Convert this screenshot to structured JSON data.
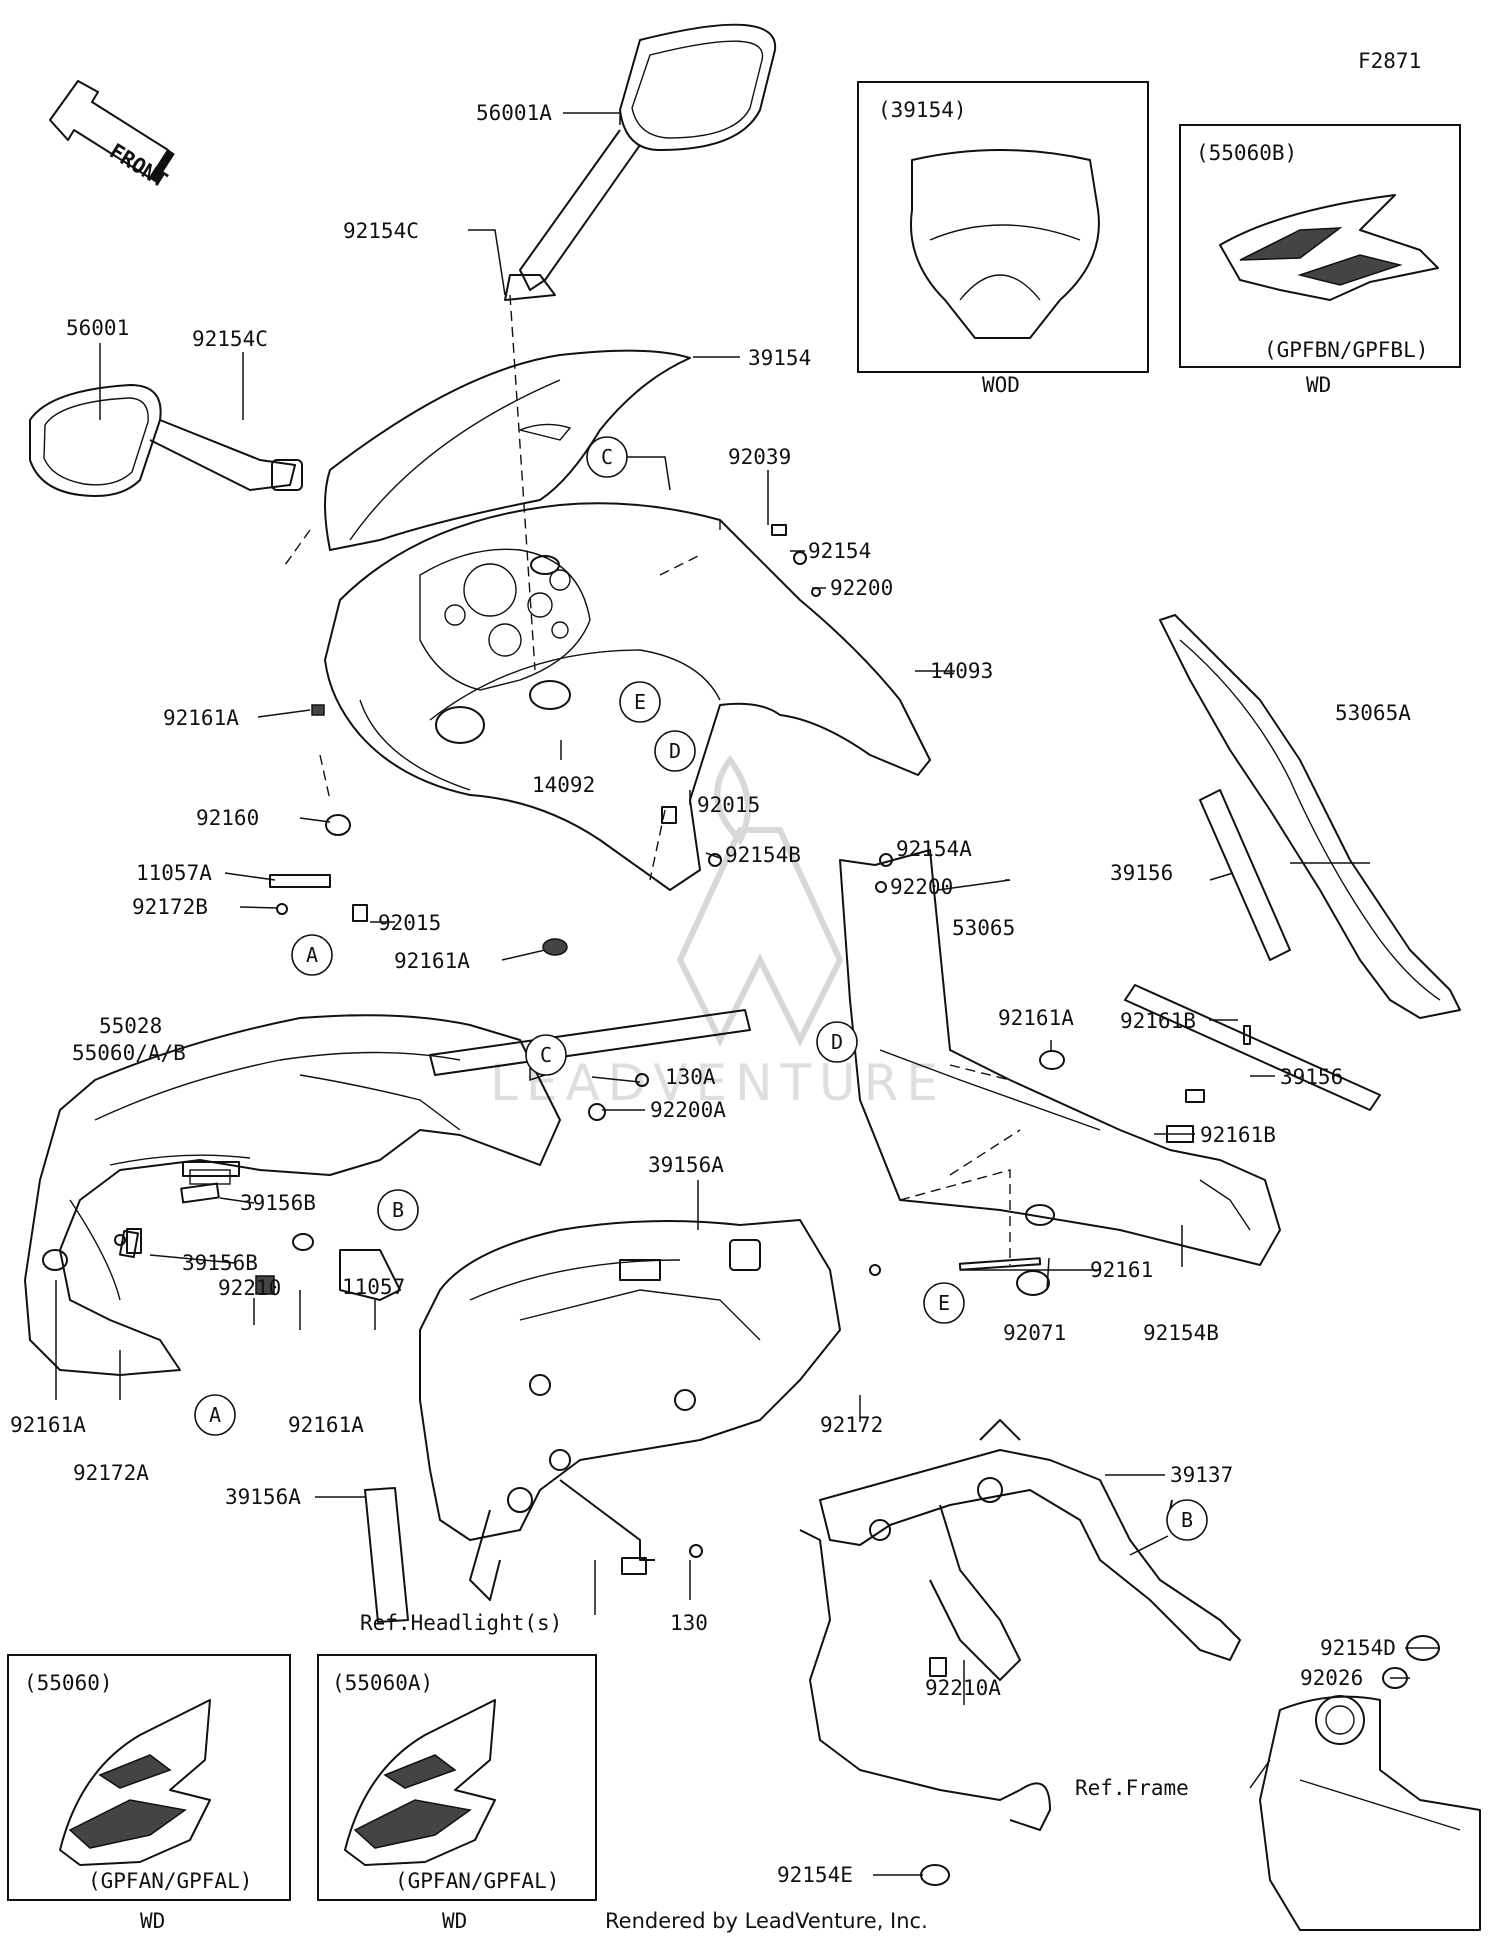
{
  "figure_code": "F2871",
  "front_arrow_label": "FRONT",
  "watermark": "LEADVENTURE",
  "footer": "Rendered by LeadVenture, Inc.",
  "insets": {
    "windshield": {
      "title": "(39154)",
      "variant": "WOD"
    },
    "cowl_b": {
      "title": "(55060B)",
      "model": "(GPFBN/GPFBL)",
      "variant": "WD"
    },
    "cowl_55060": {
      "title": "(55060)",
      "model": "(GPFAN/GPFAL)",
      "variant": "WD"
    },
    "cowl_55060a": {
      "title": "(55060A)",
      "model": "(GPFAN/GPFAL)",
      "variant": "WD"
    }
  },
  "callout_letters": {
    "a": "A",
    "b": "B",
    "c": "C",
    "d": "D",
    "e": "E"
  },
  "parts": {
    "p56001A": "56001A",
    "p92154C_top": "92154C",
    "p56001": "56001",
    "p92154C": "92154C",
    "p39154": "39154",
    "p92039": "92039",
    "p92154": "92154",
    "p92200": "92200",
    "p14093": "14093",
    "p92161A_1": "92161A",
    "p14092": "14092",
    "p92160": "92160",
    "p11057A": "11057A",
    "p92172B": "92172B",
    "p92015_1": "92015",
    "p92015_2": "92015",
    "p92161A_2": "92161A",
    "p92154B_1": "92154B",
    "p92154A": "92154A",
    "p92200_2": "92200",
    "p53065": "53065",
    "p53065A": "53065A",
    "p39156_1": "39156",
    "p92161B_1": "92161B",
    "p92161A_3": "92161A",
    "p39156_2": "39156",
    "p92161B_2": "92161B",
    "p92071": "92071",
    "p92154B_2": "92154B",
    "p55028": "55028",
    "p55060AB": "55060/A/B",
    "p130A": "130A",
    "p92200A": "92200A",
    "p39156A_1": "39156A",
    "p39156B_1": "39156B",
    "p39156B_2": "39156B",
    "p11057": "11057",
    "p92210": "92210",
    "p92161A_4": "92161A",
    "p92161A_5": "92161A",
    "p92172A": "92172A",
    "p39156A_2": "39156A",
    "p92172": "92172",
    "ref_headlight": "Ref.Headlight(s)",
    "p130": "130",
    "p92161": "92161",
    "p39137": "39137",
    "p92154D": "92154D",
    "p92026": "92026",
    "p92210A": "92210A",
    "ref_frame": "Ref.Frame",
    "p92154E": "92154E"
  }
}
